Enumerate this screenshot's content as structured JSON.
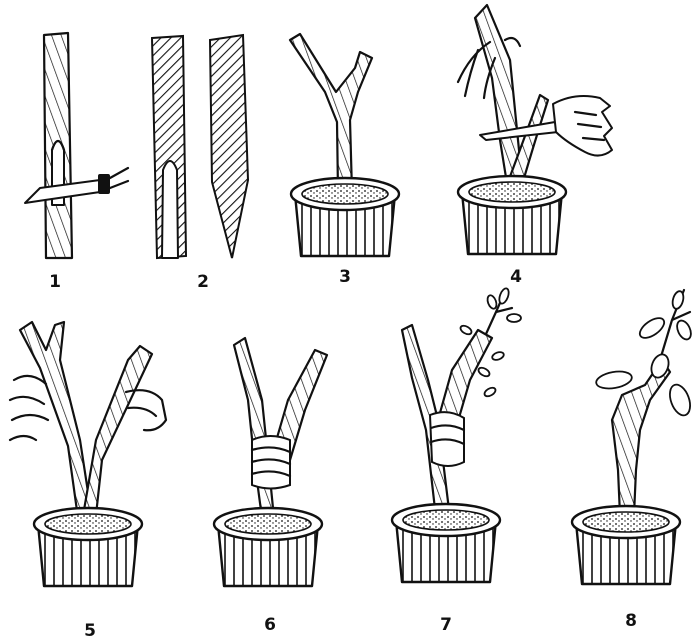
{
  "figure": {
    "step_labels": [
      "1",
      "2",
      "3",
      "4",
      "5",
      "6",
      "7",
      "8"
    ]
  }
}
